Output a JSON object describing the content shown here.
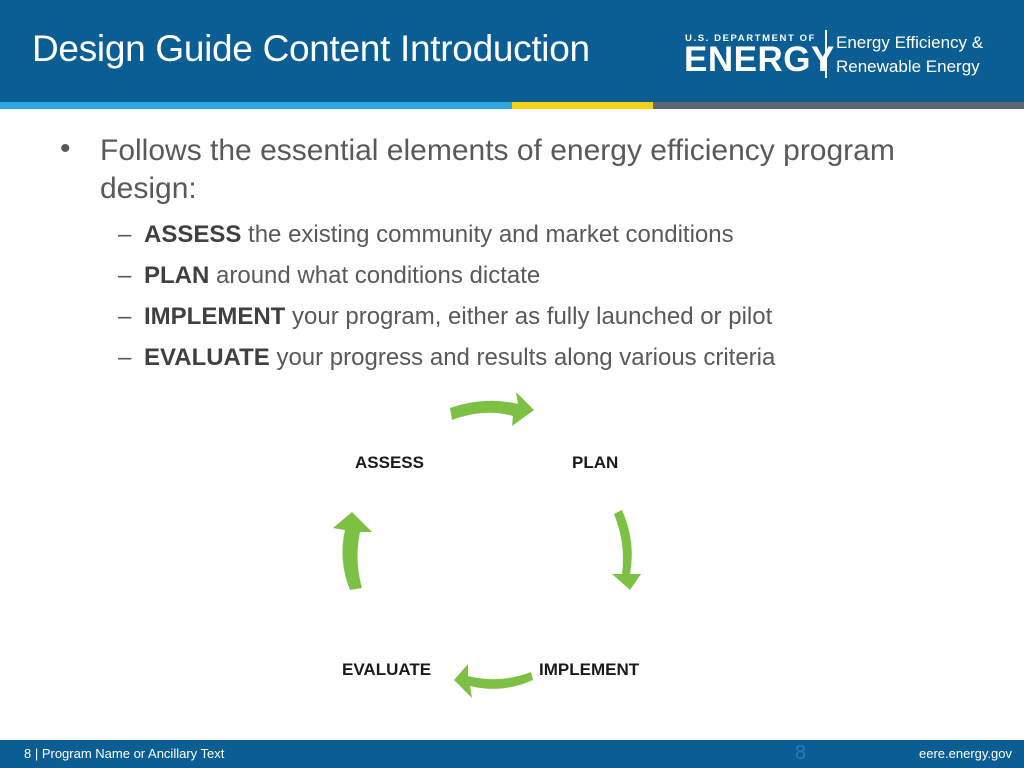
{
  "slide": {
    "title": "Design Guide Content Introduction"
  },
  "logo": {
    "department": "U.S. DEPARTMENT OF",
    "agency": "ENERGY",
    "office_line1": "Energy Efficiency &",
    "office_line2": "Renewable Energy"
  },
  "colors": {
    "header_blue": "#0b5e93",
    "stripe_blue": "#2ea6df",
    "stripe_yellow": "#f7d118",
    "stripe_gray": "#5c6770",
    "arrow_green": "#7dc144"
  },
  "body": {
    "bullet": "Follows the essential elements of energy efficiency program design:",
    "subitems": [
      {
        "keyword": "ASSESS",
        "text": " the existing community and market conditions"
      },
      {
        "keyword": "PLAN",
        "text": " around what conditions dictate"
      },
      {
        "keyword": "IMPLEMENT",
        "text": " your program, either as fully launched or pilot"
      },
      {
        "keyword": "EVALUATE",
        "text": " your progress and results along various criteria"
      }
    ]
  },
  "cycle": {
    "steps": [
      "ASSESS",
      "PLAN",
      "IMPLEMENT",
      "EVALUATE"
    ],
    "arrows": [
      "arrow-right-icon",
      "arrow-down-icon",
      "arrow-left-icon",
      "arrow-up-icon"
    ]
  },
  "footer": {
    "left": "8 | Program Name or Ancillary Text",
    "page_number": "8",
    "right": "eere.energy.gov"
  }
}
